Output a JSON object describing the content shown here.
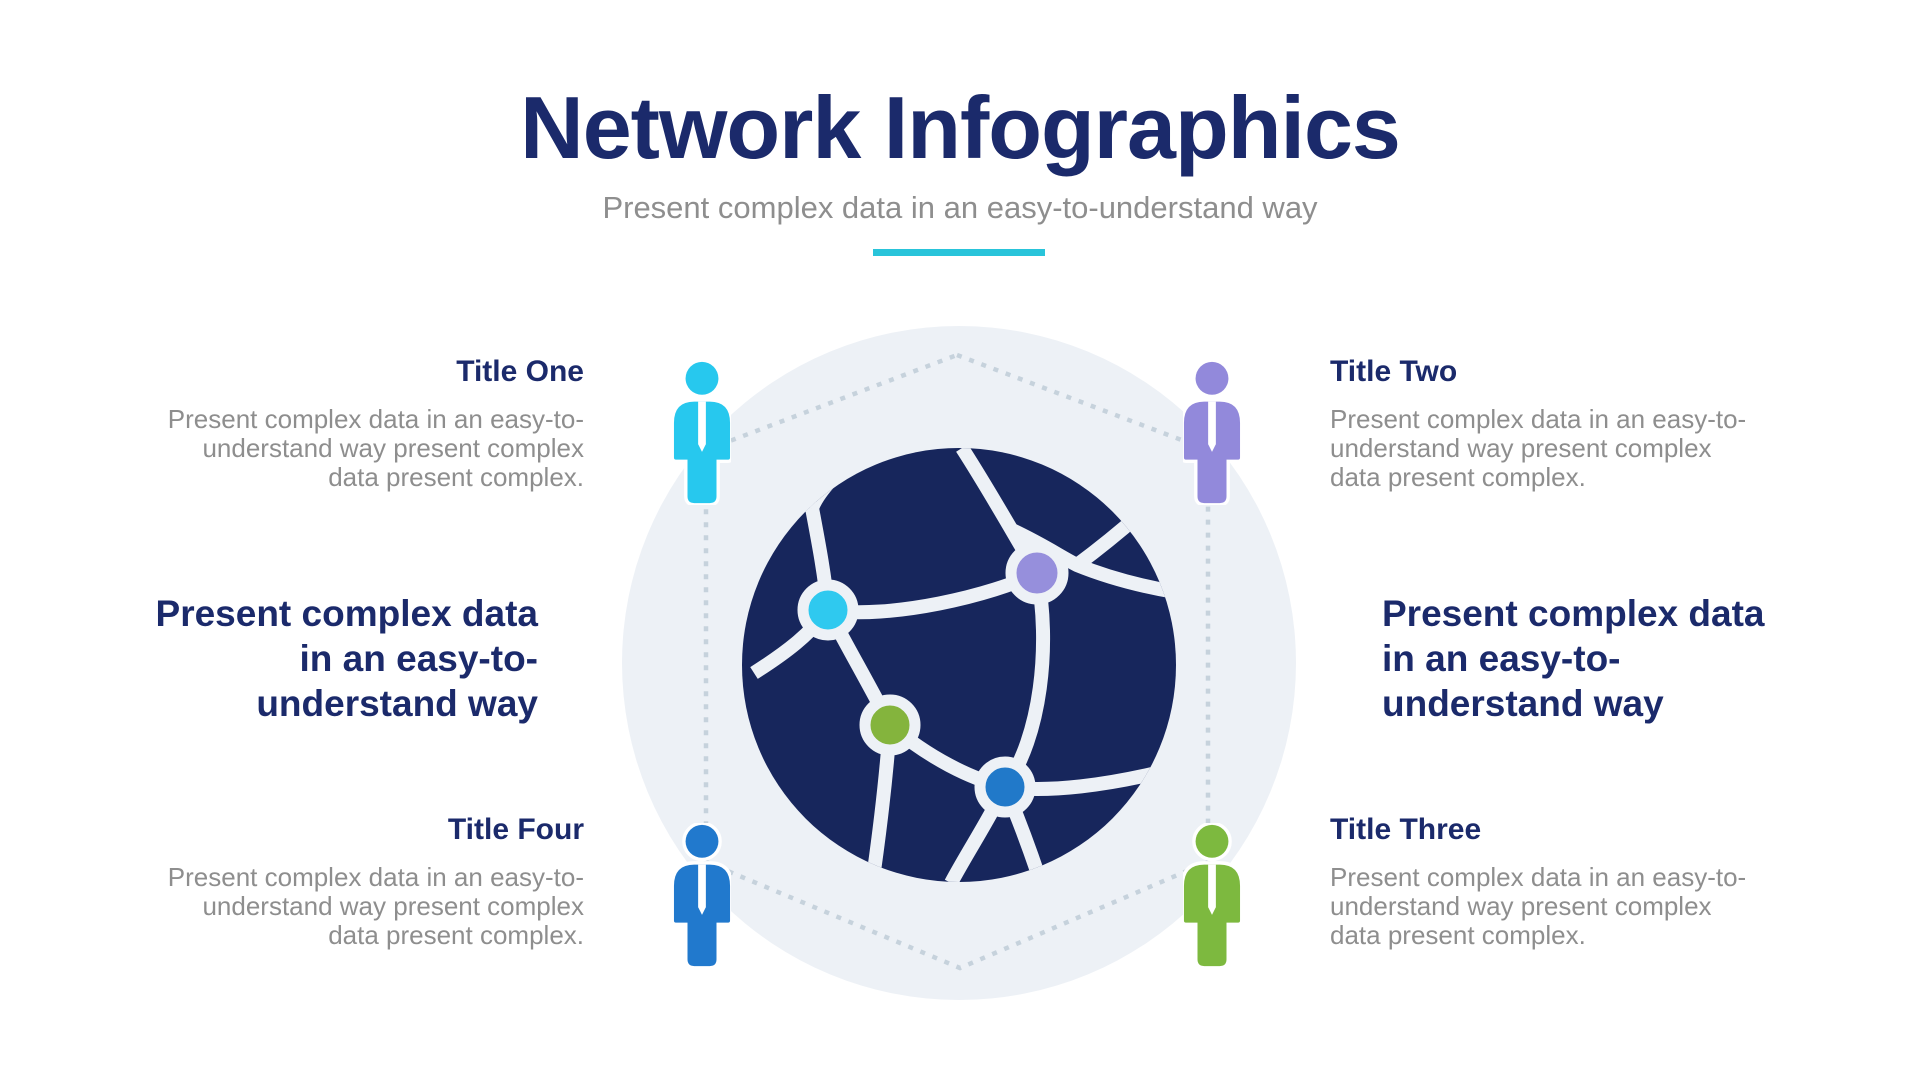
{
  "header": {
    "title": "Network Infographics",
    "subtitle": "Present complex data in an easy-to-understand way",
    "divider_color": "#29C4DA"
  },
  "palette": {
    "title_navy": "#1B2A6B",
    "body_gray": "#8E8E8E",
    "globe_navy": "#17265C",
    "globe_line": "#EDF1F6",
    "circle_bg": "#EDF1F6",
    "dotted_line": "#C6D2DC"
  },
  "sections": [
    {
      "title": "Title One",
      "body": "Present complex data in an easy-to-understand way present complex data present complex."
    },
    {
      "title": "Title Two",
      "body": "Present complex data in an easy-to-understand way present complex data present complex."
    },
    {
      "title": "Title Three",
      "body": "Present complex data in an easy-to-understand way present complex data present complex."
    },
    {
      "title": "Title Four",
      "body": "Present complex data in an easy-to-understand way present complex data present complex."
    }
  ],
  "statements": {
    "left": {
      "lines": [
        "Present complex data",
        "in an easy-to-",
        "understand way"
      ]
    },
    "right": {
      "lines": [
        "Present complex data",
        "in an easy-to-",
        "understand way"
      ]
    }
  },
  "figure": {
    "persons": {
      "top_left": {
        "color": "#27C8EE"
      },
      "top_right": {
        "color": "#9289DB"
      },
      "bottom_left": {
        "color": "#2179CD"
      },
      "bottom_right": {
        "color": "#7DB93F"
      }
    },
    "nodes": {
      "cyan": "#2FC9EF",
      "purple": "#968FDC",
      "green": "#84B43D",
      "blue": "#2179C9"
    }
  }
}
